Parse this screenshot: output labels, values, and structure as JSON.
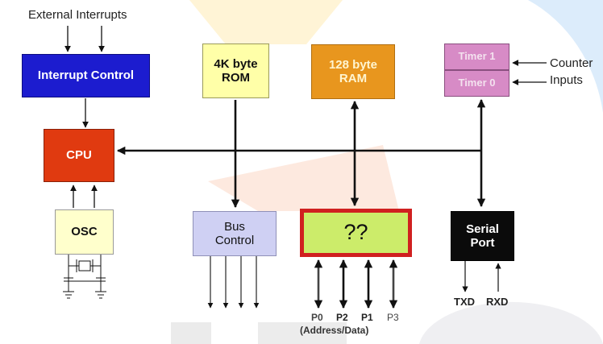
{
  "diagram": {
    "external_interrupts": "External  Interrupts",
    "interrupt_control": "Interrupt Control",
    "rom": {
      "line1": "4K byte",
      "line2": "ROM"
    },
    "ram": {
      "line1": "128 byte",
      "line2": "RAM"
    },
    "timer1": "Timer 1",
    "timer0": "Timer 0",
    "counter_inputs": {
      "line1": "Counter",
      "line2": "Inputs"
    },
    "cpu": "CPU",
    "osc": "OSC",
    "bus_control": {
      "line1": "Bus",
      "line2": "Control"
    },
    "io_ports": "??",
    "serial_port": {
      "line1": "Serial",
      "line2": "Port"
    },
    "ports": [
      "P0",
      "P2",
      "P1",
      "P3"
    ],
    "ports_note": "(Address/Data)",
    "txd": "TXD",
    "rxd": "RXD"
  },
  "colors": {
    "interrupt_control": "#1c1ccf",
    "rom": "#ffffa8",
    "ram": "#e8961e",
    "timer": "#d78bc6",
    "cpu": "#e03a10",
    "osc": "#ffffcc",
    "bus_control": "#cfd0f3",
    "io_ports_fill": "#ccec6a",
    "io_ports_border": "#d02020",
    "serial_port": "#0b0b0b",
    "wire": "#111111"
  }
}
